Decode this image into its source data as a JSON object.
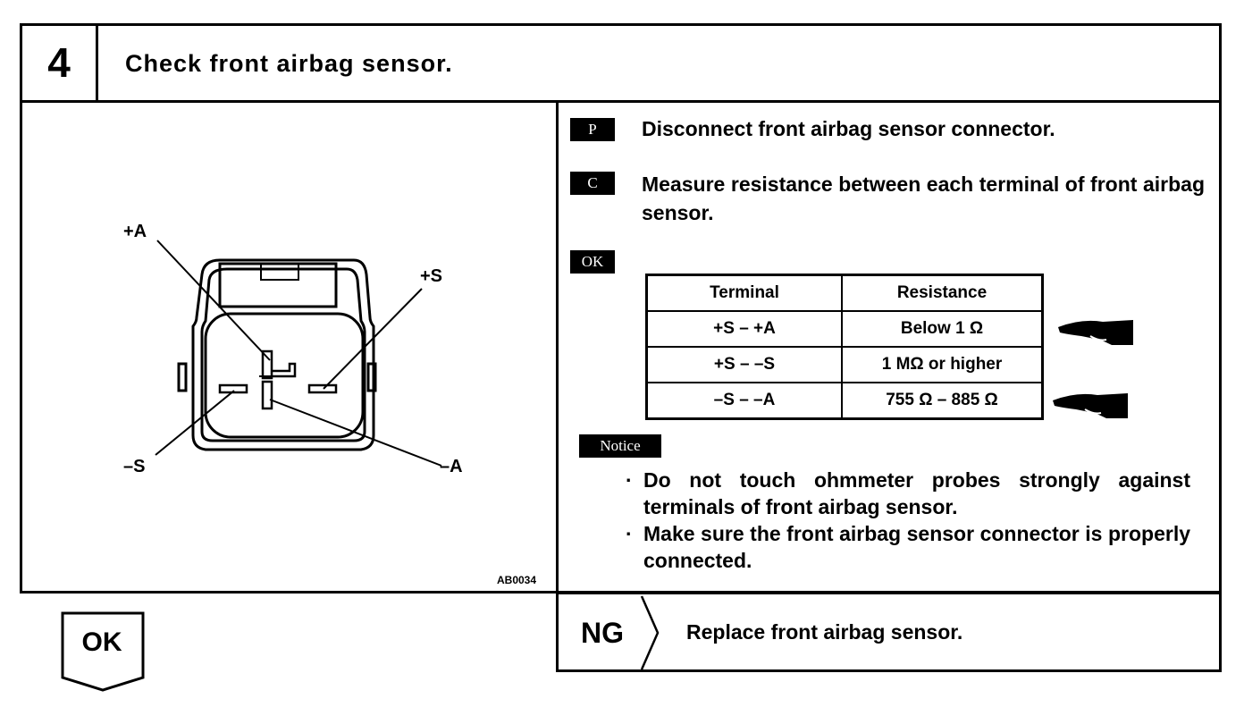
{
  "step": {
    "number": "4",
    "title": "Check front airbag sensor."
  },
  "diagram": {
    "labels": {
      "plus_a": "+A",
      "plus_s": "+S",
      "minus_s": "–S",
      "minus_a": "–A"
    },
    "figure_code": "AB0034"
  },
  "instructions": {
    "prep_tag": "P",
    "prep_text": "Disconnect front airbag sensor connector.",
    "check_tag": "C",
    "check_text": "Measure resistance between each terminal of front airbag sensor.",
    "ok_tag": "OK"
  },
  "table": {
    "headers": [
      "Terminal",
      "Resistance"
    ],
    "rows": [
      [
        "+S – +A",
        "Below 1 Ω"
      ],
      [
        "+S – –S",
        "1 MΩ or higher"
      ],
      [
        "–S – –A",
        "755 Ω – 885 Ω"
      ]
    ]
  },
  "notice": {
    "tag": "Notice",
    "items": [
      "Do not touch ohmmeter probes strongly against terminals of front airbag sensor.",
      "Make sure the front airbag sensor connector is properly connected."
    ]
  },
  "ok_result": {
    "label": "OK"
  },
  "ng_result": {
    "label": "NG",
    "text": "Replace front airbag sensor."
  },
  "icons": {
    "pointer": "pointing-hand-icon",
    "ng_arrow": "chevron-right-icon"
  }
}
